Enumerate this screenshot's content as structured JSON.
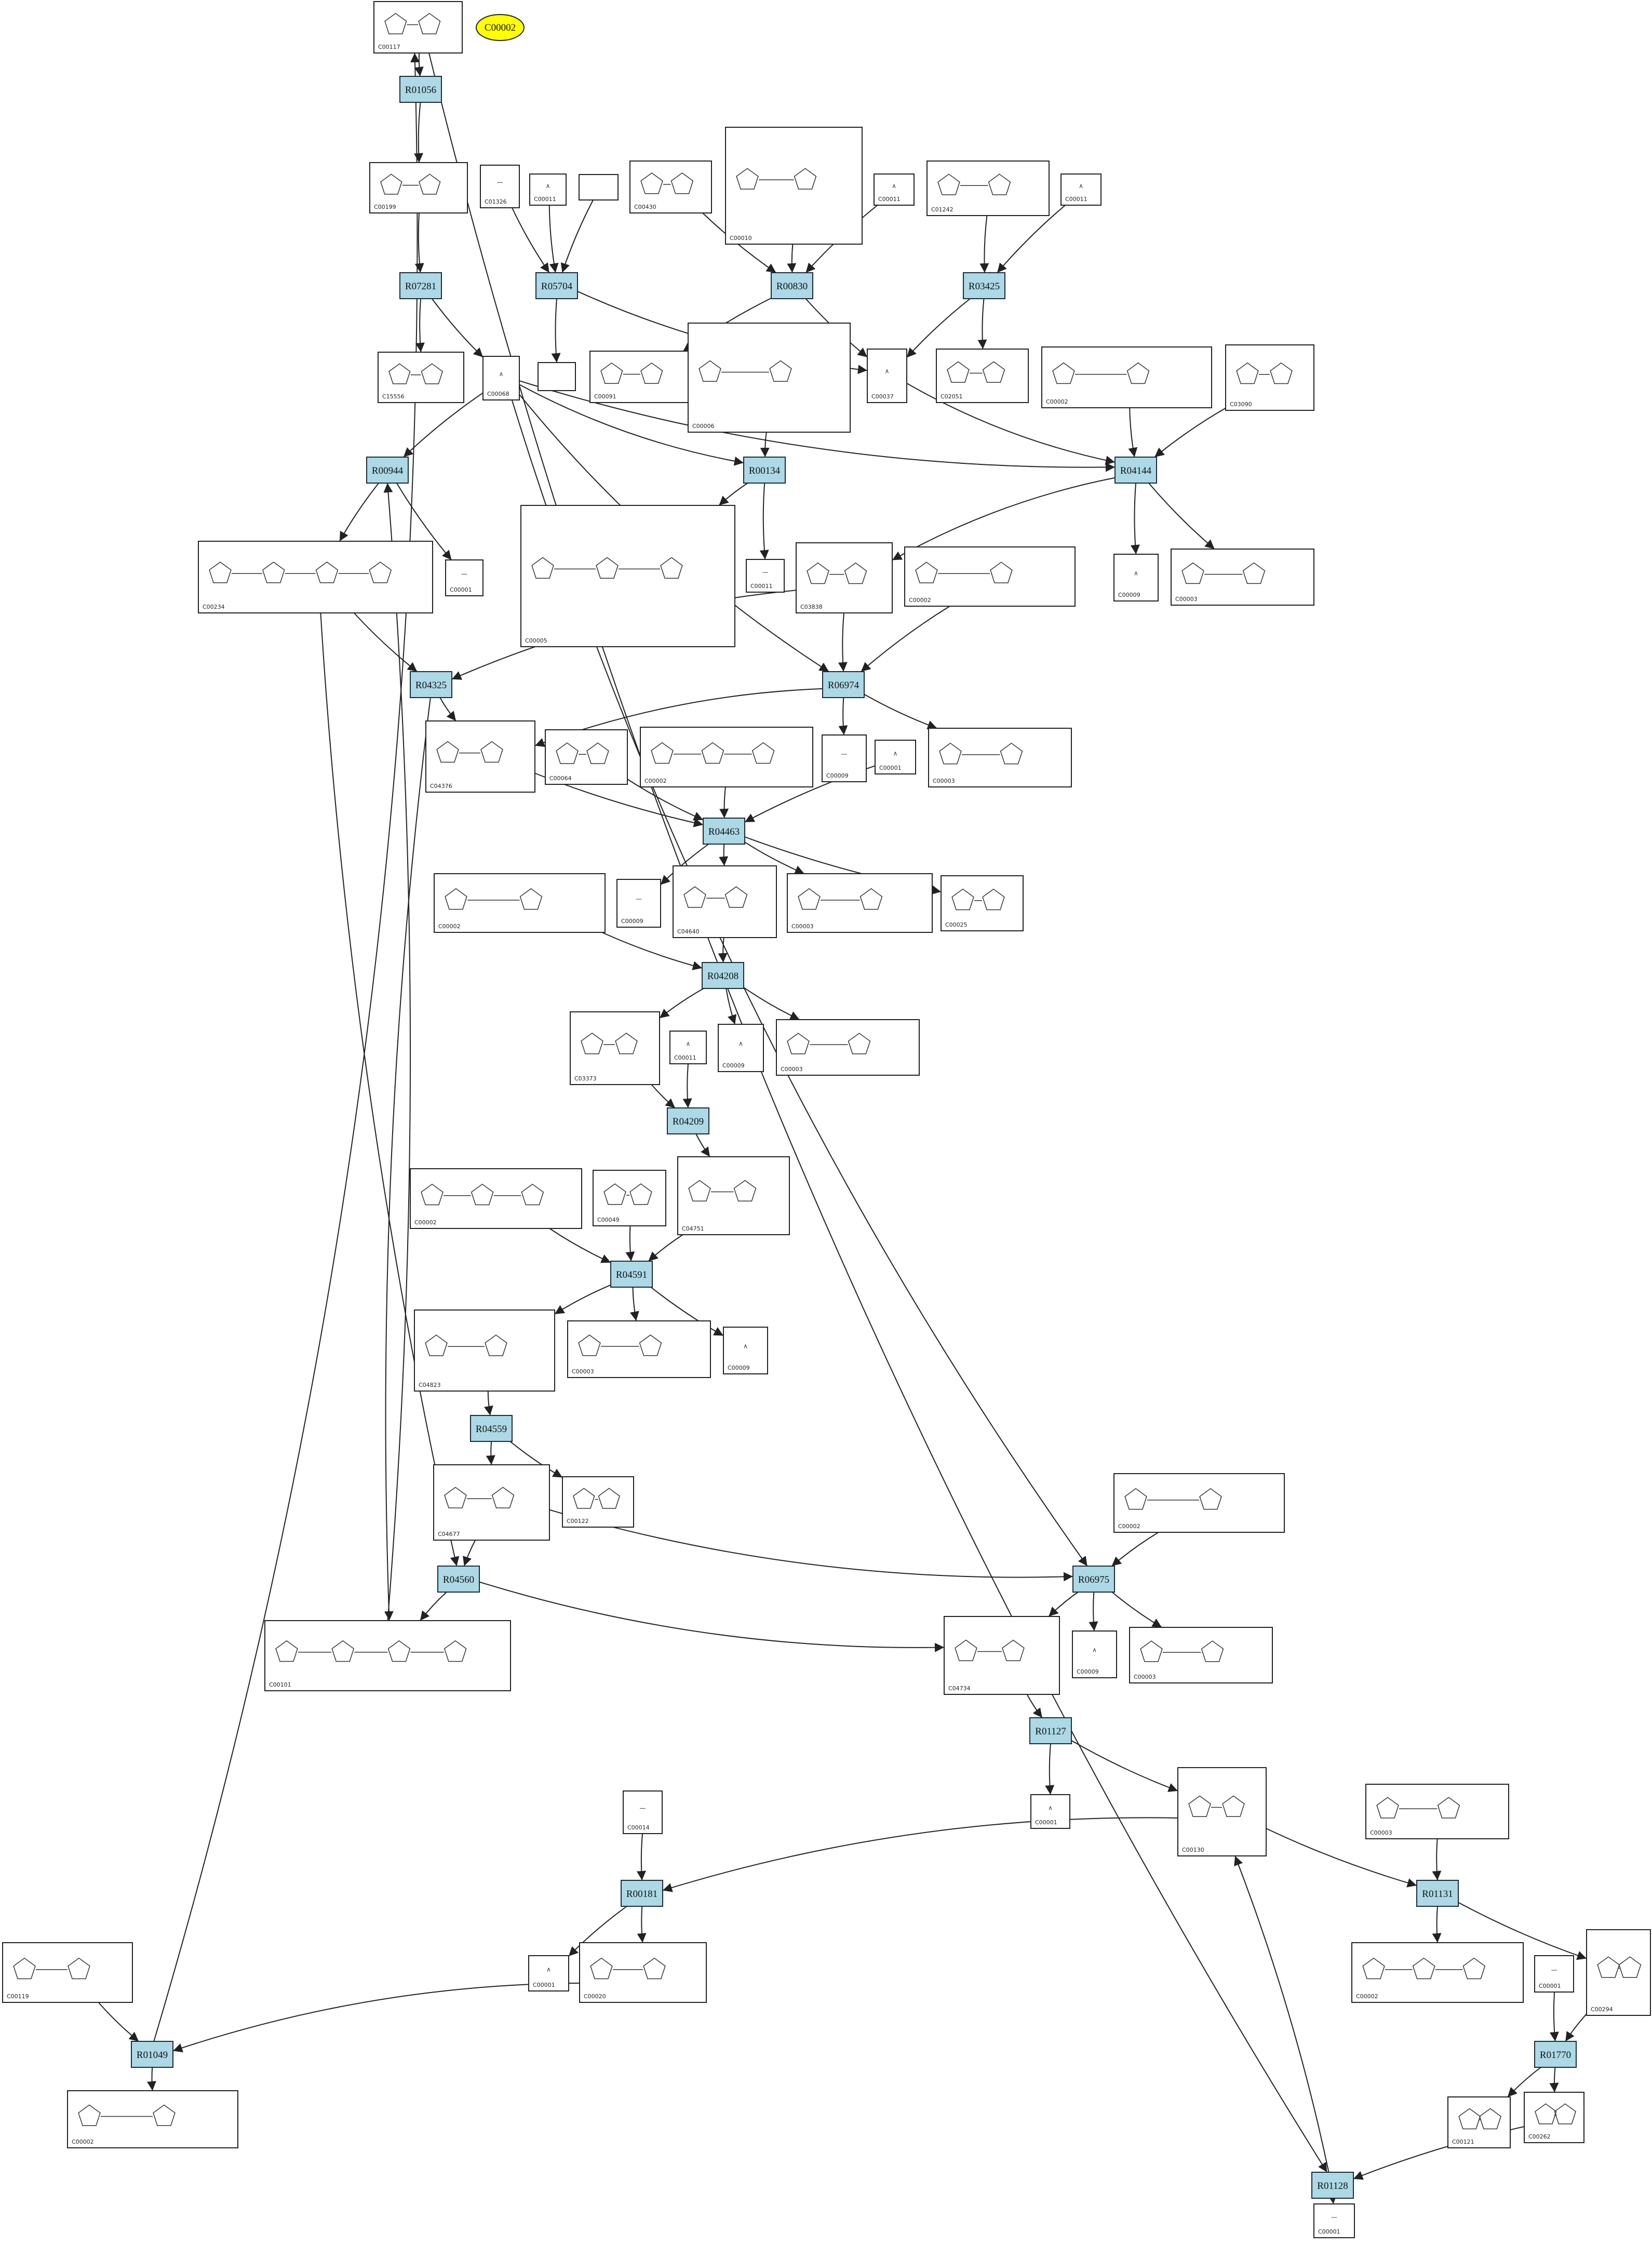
{
  "highlight": {
    "label": "C00002",
    "fill": "#ffff00"
  },
  "compounds": [
    {
      "id": "C00117",
      "label": "C00117"
    },
    {
      "id": "C00199",
      "label": "C00199"
    },
    {
      "id": "C01326",
      "label": "C01326"
    },
    {
      "id": "C00011a",
      "label": "C00011"
    },
    {
      "id": "BLANK1",
      "label": ""
    },
    {
      "id": "C00430",
      "label": "C00430"
    },
    {
      "id": "C00010",
      "label": "C00010"
    },
    {
      "id": "C00011b",
      "label": "C00011"
    },
    {
      "id": "C01242",
      "label": "C01242"
    },
    {
      "id": "C00011c",
      "label": "C00011"
    },
    {
      "id": "C15556",
      "label": "C15556"
    },
    {
      "id": "C00068",
      "label": "C00068"
    },
    {
      "id": "BLANK2",
      "label": ""
    },
    {
      "id": "C00091",
      "label": "C00091"
    },
    {
      "id": "C00006",
      "label": "C00006"
    },
    {
      "id": "C00037",
      "label": "C00037"
    },
    {
      "id": "C02051",
      "label": "C02051"
    },
    {
      "id": "C00002a",
      "label": "C00002"
    },
    {
      "id": "C03090",
      "label": "C03090"
    },
    {
      "id": "C00234",
      "label": "C00234"
    },
    {
      "id": "C00001a",
      "label": "C00001"
    },
    {
      "id": "C00005",
      "label": "C00005"
    },
    {
      "id": "C00011d",
      "label": "C00011"
    },
    {
      "id": "C03838",
      "label": "C03838"
    },
    {
      "id": "C00002b",
      "label": "C00002"
    },
    {
      "id": "C00009a",
      "label": "C00009"
    },
    {
      "id": "C00003a",
      "label": "C00003"
    },
    {
      "id": "C04376",
      "label": "C04376"
    },
    {
      "id": "C00064",
      "label": "C00064"
    },
    {
      "id": "C00002c",
      "label": "C00002"
    },
    {
      "id": "C00009b",
      "label": "C00009"
    },
    {
      "id": "C00001b",
      "label": "C00001"
    },
    {
      "id": "C00003b",
      "label": "C00003"
    },
    {
      "id": "C00002d",
      "label": "C00002"
    },
    {
      "id": "C00009c",
      "label": "C00009"
    },
    {
      "id": "C04640",
      "label": "C04640"
    },
    {
      "id": "C00003c",
      "label": "C00003"
    },
    {
      "id": "C00025",
      "label": "C00025"
    },
    {
      "id": "C03373",
      "label": "C03373"
    },
    {
      "id": "C00009d",
      "label": "C00009"
    },
    {
      "id": "C00003d",
      "label": "C00003"
    },
    {
      "id": "C00011e",
      "label": "C00011"
    },
    {
      "id": "C00002e",
      "label": "C00002"
    },
    {
      "id": "C00049",
      "label": "C00049"
    },
    {
      "id": "C04751",
      "label": "C04751"
    },
    {
      "id": "C04823",
      "label": "C04823"
    },
    {
      "id": "C00003e",
      "label": "C00003"
    },
    {
      "id": "C00009e",
      "label": "C00009"
    },
    {
      "id": "C04677",
      "label": "C04677"
    },
    {
      "id": "C00122a",
      "label": "C00122"
    },
    {
      "id": "C00002f",
      "label": "C00002"
    },
    {
      "id": "C00101",
      "label": "C00101"
    },
    {
      "id": "C04734",
      "label": "C04734"
    },
    {
      "id": "C00009f",
      "label": "C00009"
    },
    {
      "id": "C00003f",
      "label": "C00003"
    },
    {
      "id": "C00001c",
      "label": "C00001"
    },
    {
      "id": "C00130",
      "label": "C00130"
    },
    {
      "id": "C00003g",
      "label": "C00003"
    },
    {
      "id": "C00014",
      "label": "C00014"
    },
    {
      "id": "C00001d",
      "label": "C00001"
    },
    {
      "id": "C00020",
      "label": "C00020"
    },
    {
      "id": "C00002g",
      "label": "C00002"
    },
    {
      "id": "C00119",
      "label": "C00119"
    },
    {
      "id": "C00294",
      "label": "C00294"
    },
    {
      "id": "C00001e",
      "label": "C00001"
    },
    {
      "id": "C00002h",
      "label": "C00002"
    },
    {
      "id": "C00121",
      "label": "C00121"
    },
    {
      "id": "C00262",
      "label": "C00262"
    },
    {
      "id": "C00001f",
      "label": "C00001"
    }
  ],
  "reactions": [
    {
      "id": "R01056",
      "label": "R01056"
    },
    {
      "id": "R07281",
      "label": "R07281"
    },
    {
      "id": "R05704",
      "label": "R05704"
    },
    {
      "id": "R00830",
      "label": "R00830"
    },
    {
      "id": "R03425",
      "label": "R03425"
    },
    {
      "id": "R00944",
      "label": "R00944"
    },
    {
      "id": "R00134",
      "label": "R00134"
    },
    {
      "id": "R04144",
      "label": "R04144"
    },
    {
      "id": "R04325",
      "label": "R04325"
    },
    {
      "id": "R06974",
      "label": "R06974"
    },
    {
      "id": "R04463",
      "label": "R04463"
    },
    {
      "id": "R04208",
      "label": "R04208"
    },
    {
      "id": "R04209",
      "label": "R04209"
    },
    {
      "id": "R04591",
      "label": "R04591"
    },
    {
      "id": "R04559",
      "label": "R04559"
    },
    {
      "id": "R04560",
      "label": "R04560"
    },
    {
      "id": "R06975",
      "label": "R06975"
    },
    {
      "id": "R01127",
      "label": "R01127"
    },
    {
      "id": "R00181",
      "label": "R00181"
    },
    {
      "id": "R01131",
      "label": "R01131"
    },
    {
      "id": "R01049",
      "label": "R01049"
    },
    {
      "id": "R01770",
      "label": "R01770"
    },
    {
      "id": "R01128",
      "label": "R01128"
    }
  ],
  "edges": [
    [
      "C00117",
      "R01056"
    ],
    [
      "R01056",
      "C00199"
    ],
    [
      "C00199",
      "R07281"
    ],
    [
      "R07281",
      "C15556"
    ],
    [
      "R07281",
      "C00068"
    ],
    [
      "C01326",
      "R05704"
    ],
    [
      "C00011a",
      "R05704"
    ],
    [
      "BLANK1",
      "R05704"
    ],
    [
      "R05704",
      "BLANK2"
    ],
    [
      "R05704",
      "C00037"
    ],
    [
      "C00430",
      "R00830"
    ],
    [
      "C00010",
      "R00830"
    ],
    [
      "C00011b",
      "R00830"
    ],
    [
      "R00830",
      "C00091"
    ],
    [
      "R00830",
      "C00037"
    ],
    [
      "C01242",
      "R03425"
    ],
    [
      "C00011c",
      "R03425"
    ],
    [
      "R03425",
      "C02051"
    ],
    [
      "R03425",
      "C00037"
    ],
    [
      "C00068",
      "R00944"
    ],
    [
      "C00068",
      "R00134"
    ],
    [
      "C00068",
      "R04144"
    ],
    [
      "C00068",
      "R06974"
    ],
    [
      "C00068",
      "R06975"
    ],
    [
      "C00006",
      "R00134"
    ],
    [
      "R00134",
      "C00005"
    ],
    [
      "R00134",
      "C00011d"
    ],
    [
      "C00037",
      "R04144"
    ],
    [
      "C00002a",
      "R04144"
    ],
    [
      "C03090",
      "R04144"
    ],
    [
      "R04144",
      "C03838"
    ],
    [
      "R04144",
      "C00009a"
    ],
    [
      "R04144",
      "C00003a"
    ],
    [
      "R00944",
      "C00234"
    ],
    [
      "R00944",
      "C00001a"
    ],
    [
      "C00234",
      "R04325"
    ],
    [
      "C00234",
      "R04560"
    ],
    [
      "C03838",
      "R04325"
    ],
    [
      "C03838",
      "R06974"
    ],
    [
      "C00002b",
      "R06974"
    ],
    [
      "R04325",
      "C04376"
    ],
    [
      "R06974",
      "C04376"
    ],
    [
      "R06974",
      "C00009b"
    ],
    [
      "R06974",
      "C00003b"
    ],
    [
      "C04376",
      "R04463"
    ],
    [
      "C00064",
      "R04463"
    ],
    [
      "C00002c",
      "R04463"
    ],
    [
      "C00001b",
      "R04463"
    ],
    [
      "R04463",
      "C00009c"
    ],
    [
      "R04463",
      "C04640"
    ],
    [
      "R04463",
      "C00003c"
    ],
    [
      "R04463",
      "C00025"
    ],
    [
      "C04640",
      "R04208"
    ],
    [
      "C00002d",
      "R04208"
    ],
    [
      "R04208",
      "C03373"
    ],
    [
      "R04208",
      "C00009d"
    ],
    [
      "R04208",
      "C00003d"
    ],
    [
      "C03373",
      "R04209"
    ],
    [
      "C00011e",
      "R04209"
    ],
    [
      "R04209",
      "C04751"
    ],
    [
      "C00002e",
      "R04591"
    ],
    [
      "C00049",
      "R04591"
    ],
    [
      "C04751",
      "R04591"
    ],
    [
      "R04591",
      "C04823"
    ],
    [
      "R04591",
      "C00003e"
    ],
    [
      "R04591",
      "C00009e"
    ],
    [
      "C04823",
      "R04559"
    ],
    [
      "R04559",
      "C04677"
    ],
    [
      "R04559",
      "C00122a"
    ],
    [
      "C04677",
      "R04560"
    ],
    [
      "C04677",
      "R06975"
    ],
    [
      "R04325",
      "C00101"
    ],
    [
      "R04560",
      "C00101"
    ],
    [
      "R04560",
      "C04734"
    ],
    [
      "C00002f",
      "R06975"
    ],
    [
      "R06975",
      "C04734"
    ],
    [
      "R06975",
      "C00009f"
    ],
    [
      "R06975",
      "C00003f"
    ],
    [
      "C04734",
      "R01127"
    ],
    [
      "R01127",
      "C00001c"
    ],
    [
      "R01127",
      "C00130"
    ],
    [
      "C00130",
      "R00181"
    ],
    [
      "C00130",
      "R01131"
    ],
    [
      "C00014",
      "R00181"
    ],
    [
      "R00181",
      "C00001d"
    ],
    [
      "R00181",
      "C00020"
    ],
    [
      "C00003g",
      "R01131"
    ],
    [
      "R01131",
      "C00002g"
    ],
    [
      "R01131",
      "C00294"
    ],
    [
      "C00119",
      "R01049"
    ],
    [
      "C00020",
      "R01049"
    ],
    [
      "R01049",
      "C00002h"
    ],
    [
      "C00101",
      "R00944"
    ],
    [
      "R01049",
      "C00117"
    ],
    [
      "C00294",
      "R01770"
    ],
    [
      "C00001e",
      "R01770"
    ],
    [
      "R01770",
      "C00121"
    ],
    [
      "R01770",
      "C00262"
    ],
    [
      "C00262",
      "R01128"
    ],
    [
      "C00117",
      "R01128"
    ],
    [
      "R01128",
      "C00001f"
    ],
    [
      "R01128",
      "C00130"
    ]
  ]
}
